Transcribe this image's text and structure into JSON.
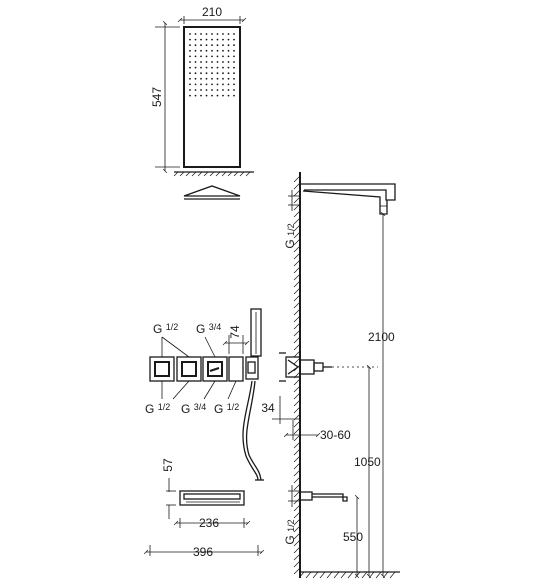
{
  "panel": {
    "width_label": "210",
    "height_label": "547"
  },
  "connections_top": {
    "g_half": "G",
    "g_half_frac": "1/2",
    "g_three_quarter": "G",
    "g_three_quarter_frac": "3/4",
    "depth_label": "74"
  },
  "connections_bottom": {
    "g_half_1": "G",
    "g_half_1_frac": "1/2",
    "g_three_quarter": "G",
    "g_three_quarter_frac": "3/4",
    "g_half_2": "G",
    "g_half_2_frac": "1/2"
  },
  "spout": {
    "height_label": "57",
    "width_label": "236"
  },
  "overall_width_label": "396",
  "wall": {
    "inlet_top": "G",
    "inlet_top_frac": "1/2",
    "inlet_bottom": "G",
    "inlet_bottom_frac": "1/2",
    "offset_label": "34",
    "recess_label": "30-60"
  },
  "heights": {
    "shower_head": "2100",
    "valve": "1050",
    "spout": "550"
  }
}
